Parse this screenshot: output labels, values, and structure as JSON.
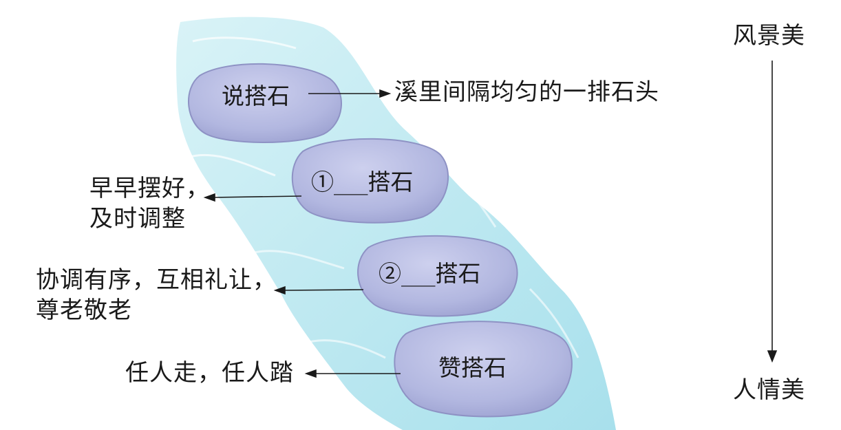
{
  "stones": [
    {
      "label": "说搭石"
    },
    {
      "label": "①___搭石"
    },
    {
      "label": "②___搭石"
    },
    {
      "label": "赞搭石"
    }
  ],
  "annotations": [
    {
      "line1": "溪里间隔均匀的一排石头",
      "line2": ""
    },
    {
      "line1": "早早摆好，",
      "line2": "及时调整"
    },
    {
      "line1": "协调有序，互相礼让，",
      "line2": "尊老敬老"
    },
    {
      "line1": "任人走，任人踏",
      "line2": ""
    }
  ],
  "axis": {
    "top": "风景美",
    "bottom": "人情美"
  },
  "colors": {
    "water": "#bfe9f1",
    "water_light": "#e3f6f9",
    "stone_fill": "#b4b9e2",
    "stone_edge": "#8e92c4",
    "ink": "#1a1a1a"
  }
}
